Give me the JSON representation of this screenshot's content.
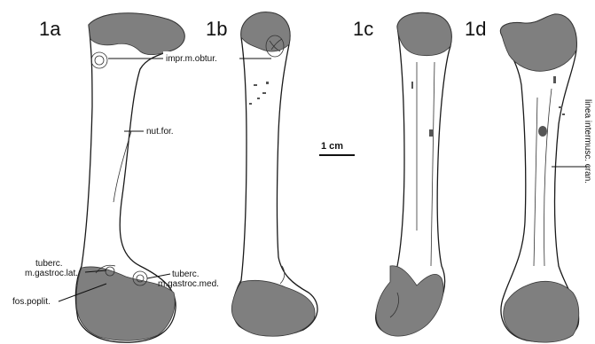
{
  "panels": {
    "a": {
      "label": "1a"
    },
    "b": {
      "label": "1b"
    },
    "c": {
      "label": "1c"
    },
    "d": {
      "label": "1d"
    }
  },
  "annotations": {
    "impr_obtur": "impr.m.obtur.",
    "nut_for": "nut.for.",
    "tuberc_lat_line1": "tuberc.",
    "tuberc_lat_line2": "m.gastroc.lat.",
    "tuberc_med_line1": "tuberc.",
    "tuberc_med_line2": "m.gastroc.med.",
    "fos_poplit": "fos.poplit.",
    "linea_intermusc": "linea intermusc. cran."
  },
  "scale_bar": {
    "label": "1 cm"
  },
  "colors": {
    "articular_surface": "#7f7f7f",
    "outline": "#1a1a1a",
    "background": "#ffffff"
  }
}
